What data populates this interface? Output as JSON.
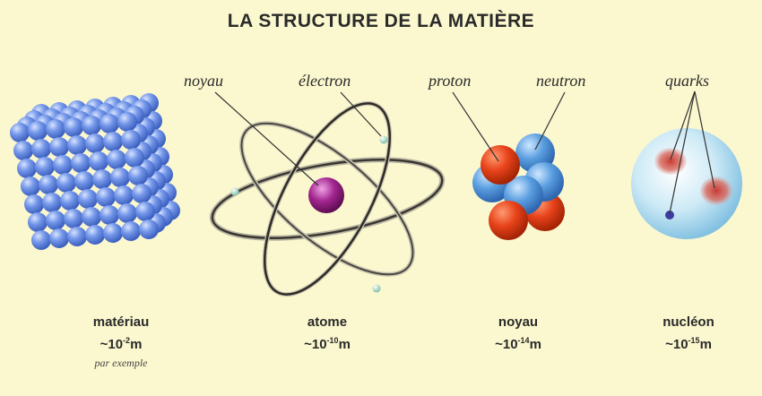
{
  "title": "LA STRUCTURE DE LA MATIÈRE",
  "labels": {
    "noyau": "noyau",
    "electron": "électron",
    "proton": "proton",
    "neutron": "neutron",
    "quarks": "quarks"
  },
  "captions": [
    {
      "name": "matériau",
      "prefix": "~10",
      "exp": "-2",
      "unit": "m",
      "note": "par exemple"
    },
    {
      "name": "atome",
      "prefix": "~10",
      "exp": "-10",
      "unit": "m"
    },
    {
      "name": "noyau",
      "prefix": "~10",
      "exp": "-14",
      "unit": "m"
    },
    {
      "name": "nucléon",
      "prefix": "~10",
      "exp": "-15",
      "unit": "m"
    }
  ],
  "colors": {
    "background": "#fbf8cf",
    "sphere_blue": "#6f93e6",
    "proton_red": "#e8431b",
    "neutron_blue": "#5b9fe0",
    "nucleus_purple": "#a2268f",
    "nucleon_fill": "#bfe3f3",
    "quark_red": "#d14a3f"
  }
}
